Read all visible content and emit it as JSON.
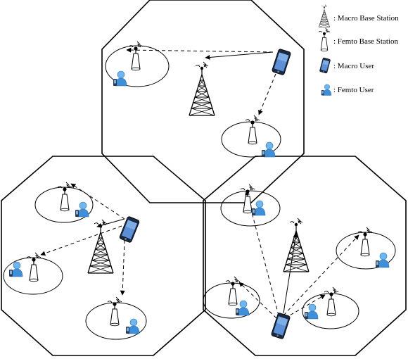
{
  "legend": {
    "macro_bs": ": Macro Base Station",
    "femto_bs": ": Femto Base Station",
    "macro_user": ": Macro User",
    "femto_user": ": Femto User"
  },
  "icons": {
    "macro_bs": "macro-base-station-icon",
    "femto_bs": "femto-base-station-icon",
    "macro_user": "smartphone-icon",
    "femto_user": "user-with-phone-icon"
  },
  "colors": {
    "phone_body": "#1a2a44",
    "phone_screen": "#5b8fd6",
    "user_head": "#6fb6ee",
    "user_body": "#3f8fd8",
    "line": "#000000"
  }
}
